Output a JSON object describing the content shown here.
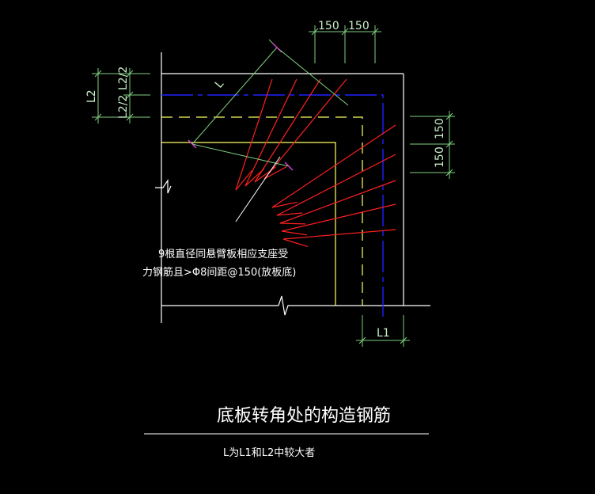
{
  "title": "底板转角处的构造钢筋",
  "subtitle": "L为L1和L2中较大者",
  "note_line1": "9根直径同悬臂板相应支座受",
  "note_line2": "力钢筋且>Φ8间距@150(放板底)",
  "dimensions": {
    "top_a": "150",
    "top_b": "150",
    "right_a": "150",
    "right_b": "150",
    "left_l2": "L2",
    "left_l2_half_top": "L2/2",
    "left_l2_half_bottom": "L2/2",
    "bottom_l1": "L1",
    "diag_l": "L"
  },
  "colors": {
    "background": "#000000",
    "outline": "#ffffff",
    "yellow_rebar": "#ffff66",
    "blue_axis": "#2020ff",
    "red_rebar": "#ff2020",
    "dimension": "#7fd07f",
    "magenta_tick": "#e040e0"
  },
  "rebar_count": 9
}
